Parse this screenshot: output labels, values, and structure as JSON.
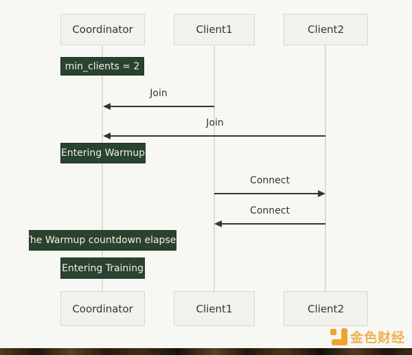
{
  "diagram": {
    "type": "sequence",
    "actors": [
      {
        "id": "coordinator",
        "label": "Coordinator"
      },
      {
        "id": "client1",
        "label": "Client1"
      },
      {
        "id": "client2",
        "label": "Client2"
      }
    ],
    "messages": [
      {
        "label": "Join",
        "from": "Client1",
        "to": "Coordinator"
      },
      {
        "label": "Join",
        "from": "Client2",
        "to": "Coordinator"
      },
      {
        "label": "Connect",
        "from": "Client1",
        "to": "Client2"
      },
      {
        "label": "Connect",
        "from": "Client2",
        "to": "Client1"
      }
    ],
    "notes": [
      {
        "label": "min_clients = 2"
      },
      {
        "label": "Entering Warmup"
      },
      {
        "label": "The Warmup countdown elapses"
      },
      {
        "label": "Entering Training"
      }
    ]
  },
  "colors": {
    "background": "#f7f7f4",
    "actor_bg": "#f2f2ec",
    "actor_border": "#d8d8d0",
    "note_bg": "#2a4230",
    "note_text": "#f1f0e4",
    "arrow": "#343434",
    "lifeline": "#dcdcd4",
    "watermark_orange": "#f0a32c"
  },
  "watermark": {
    "text": "金色财经"
  }
}
